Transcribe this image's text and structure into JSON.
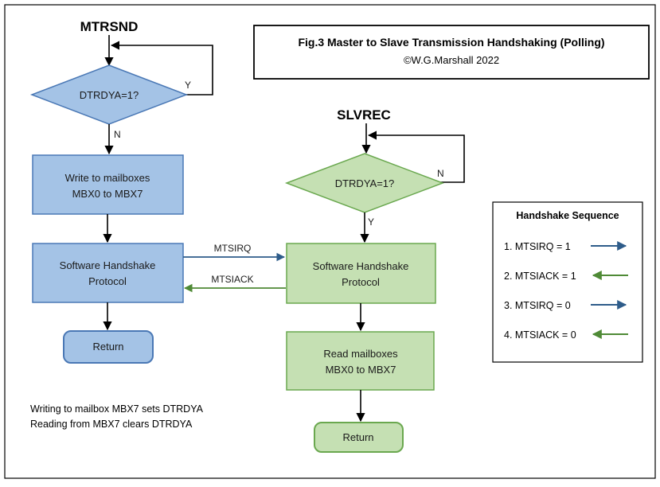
{
  "figure": {
    "title_line1": "Fig.3 Master to Slave Transmission Handshaking (Polling)",
    "title_line2": "©W.G.Marshall 2022"
  },
  "colors": {
    "blue_fill": "#a4c3e6",
    "blue_stroke": "#4a78b5",
    "green_fill": "#c5e0b3",
    "green_stroke": "#6aa84f",
    "blue_arrow": "#2e5c8a",
    "green_arrow": "#4f8a36",
    "line": "#000000"
  },
  "master": {
    "label": "MTRSND",
    "decision": "DTRDYA=1?",
    "yes_label": "Y",
    "no_label": "N",
    "write_line1": "Write to mailboxes",
    "write_line2": "MBX0 to MBX7",
    "protocol_line1": "Software Handshake",
    "protocol_line2": "Protocol",
    "return": "Return"
  },
  "slave": {
    "label": "SLVREC",
    "decision": "DTRDYA=1?",
    "no_label": "N",
    "yes_label": "Y",
    "protocol_line1": "Software Handshake",
    "protocol_line2": "Protocol",
    "read_line1": "Read mailboxes",
    "read_line2": "MBX0 to MBX7",
    "return": "Return"
  },
  "signals": {
    "to_slave": "MTSIRQ",
    "to_master": "MTSIACK"
  },
  "notes": {
    "line1": "Writing to mailbox MBX7 sets DTRDYA",
    "line2": "Reading from MBX7 clears DTRDYA"
  },
  "legend": {
    "title": "Handshake Sequence",
    "items": [
      {
        "text": "1. MTSIRQ = 1",
        "direction": "right",
        "color": "#2e5c8a"
      },
      {
        "text": "2. MTSIACK = 1",
        "direction": "left",
        "color": "#4f8a36"
      },
      {
        "text": "3. MTSIRQ = 0",
        "direction": "right",
        "color": "#2e5c8a"
      },
      {
        "text": "4. MTSIACK = 0",
        "direction": "left",
        "color": "#4f8a36"
      }
    ]
  }
}
